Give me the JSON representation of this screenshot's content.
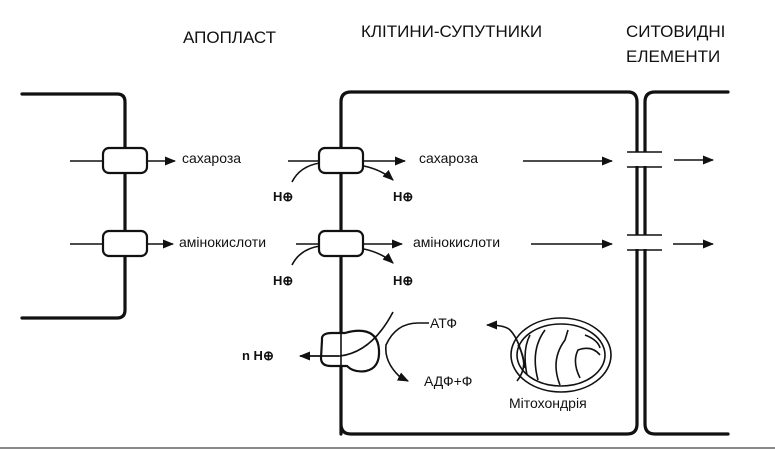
{
  "headers": {
    "apoplast": "АПОПЛАСТ",
    "companion_cells": "КЛІТИНИ-СУПУТНИКИ",
    "sieve_line1": "СИТОВИДНІ",
    "sieve_line2": "ЕЛЕМЕНТИ"
  },
  "molecules": {
    "sucrose": "сахароза",
    "amino_acids": "амінокислоти"
  },
  "ions": {
    "proton": "H⊕",
    "n_proton": "n H⊕"
  },
  "energy": {
    "atp": "АТФ",
    "adp": "АДФ+Ф"
  },
  "organelle": {
    "mitochondrion": "Мітохондрія"
  },
  "colors": {
    "ink": "#111111",
    "background": "#ffffff",
    "footer_line": "#8a8a8a"
  }
}
